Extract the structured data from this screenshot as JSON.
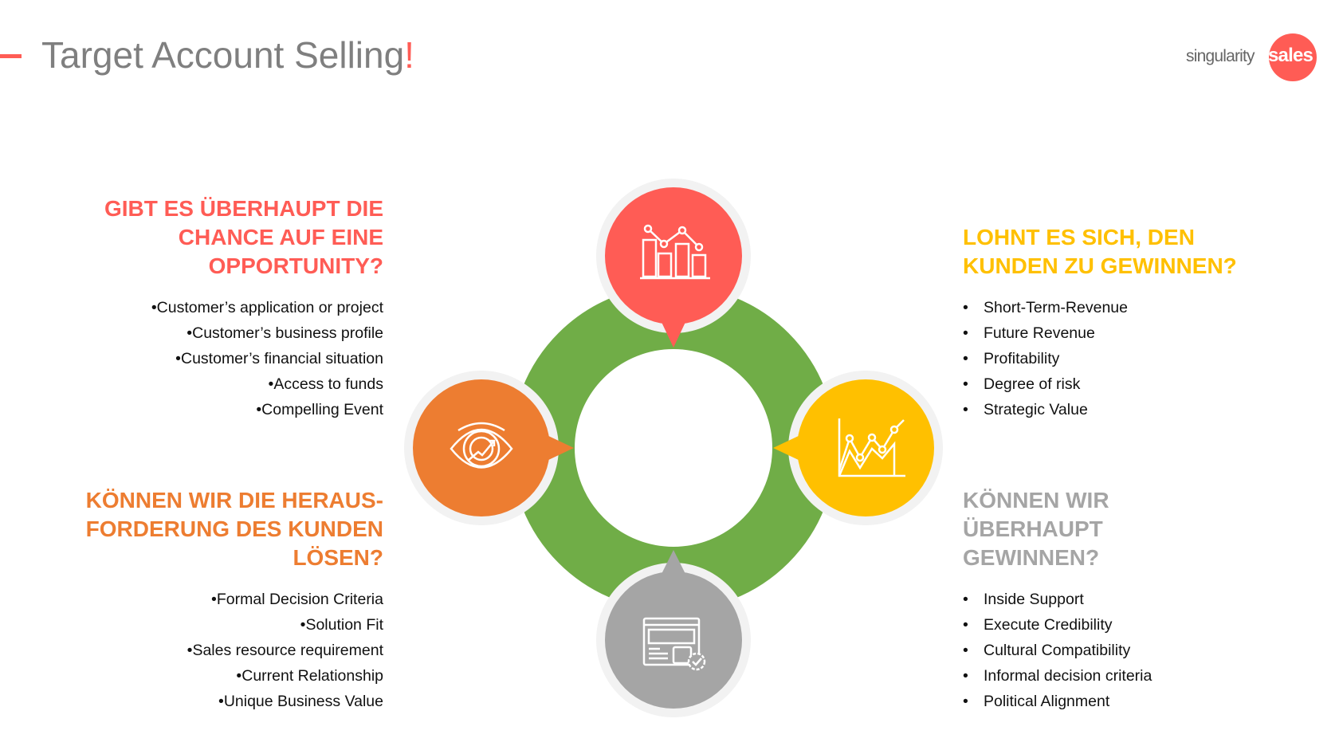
{
  "header": {
    "title": "Target Account Selling",
    "title_mark": "!",
    "logo_text_1": "singularity",
    "logo_text_2": "sales"
  },
  "colors": {
    "red": "#FF5C55",
    "orange": "#ED7D31",
    "yellow": "#FFC000",
    "grey": "#A5A5A5",
    "green": "#70AD47"
  },
  "sections": {
    "top_left": {
      "heading_lines": [
        "GIBT ES ÜBERHAUPT DIE",
        "CHANCE AUF EINE",
        "OPPORTUNITY?"
      ],
      "items": [
        "Customer’s application or project",
        "Customer’s business profile",
        "Customer’s financial situation",
        "Access to funds",
        "Compelling Event"
      ]
    },
    "top_right": {
      "heading_lines": [
        "LOHNT ES SICH, DEN",
        "KUNDEN ZU GEWINNEN?"
      ],
      "items": [
        "Short-Term-Revenue",
        "Future Revenue",
        "Profitability",
        "Degree of risk",
        "Strategic Value"
      ]
    },
    "bottom_left": {
      "heading_lines": [
        "KÖNNEN WIR DIE HERAUS-",
        "FORDERUNG DES KUNDEN",
        "LÖSEN?"
      ],
      "items": [
        "Formal Decision Criteria",
        "Solution Fit",
        "Sales resource requirement",
        "Current Relationship",
        "Unique Business Value"
      ]
    },
    "bottom_right": {
      "heading_lines": [
        "KÖNNEN WIR",
        "ÜBERHAUPT",
        "GEWINNEN?"
      ],
      "items": [
        "Inside Support",
        "Execute Credibility",
        "Cultural Compatibility",
        "Informal decision criteria",
        "Political Alignment"
      ]
    }
  },
  "icons": {
    "top": "bar-line-chart-icon",
    "left": "eye-growth-icon",
    "right": "line-chart-growth-icon",
    "bottom": "browser-settings-icon"
  }
}
